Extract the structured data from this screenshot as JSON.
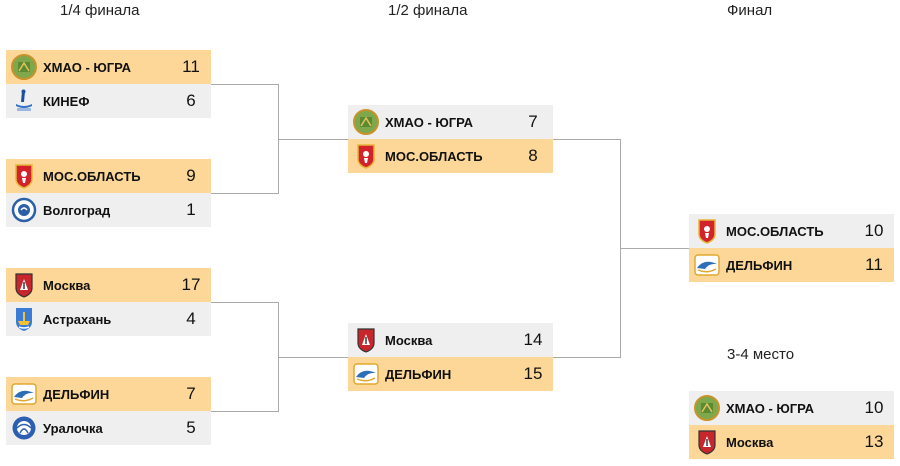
{
  "rounds": {
    "quarterfinal": "1/4 финала",
    "semifinal": "1/2 финала",
    "final": "Финал",
    "third_place": "3-4 место"
  },
  "quarterfinals": [
    {
      "team1": {
        "name": "ХМАО - ЮГРА",
        "score": "11",
        "logo": "hmao-ugra-logo"
      },
      "team2": {
        "name": "КИНЕФ",
        "score": "6",
        "logo": "kinef-logo"
      }
    },
    {
      "team1": {
        "name": "МОС.ОБЛАСТЬ",
        "score": "9",
        "logo": "mos-oblast-logo"
      },
      "team2": {
        "name": "Волгоград",
        "score": "1",
        "logo": "volgograd-logo"
      }
    },
    {
      "team1": {
        "name": "Москва",
        "score": "17",
        "logo": "moskva-logo"
      },
      "team2": {
        "name": "Астрахань",
        "score": "4",
        "logo": "astrakhan-logo"
      }
    },
    {
      "team1": {
        "name": "ДЕЛЬФИН",
        "score": "7",
        "logo": "delfin-logo"
      },
      "team2": {
        "name": "Уралочка",
        "score": "5",
        "logo": "uralochka-logo"
      }
    }
  ],
  "semifinals": [
    {
      "team1": {
        "name": "ХМАО - ЮГРА",
        "score": "7",
        "logo": "hmao-ugra-logo"
      },
      "team2": {
        "name": "МОС.ОБЛАСТЬ",
        "score": "8",
        "logo": "mos-oblast-logo"
      }
    },
    {
      "team1": {
        "name": "Москва",
        "score": "14",
        "logo": "moskva-logo"
      },
      "team2": {
        "name": "ДЕЛЬФИН",
        "score": "15",
        "logo": "delfin-logo"
      }
    }
  ],
  "final": {
    "team1": {
      "name": "МОС.ОБЛАСТЬ",
      "score": "10",
      "logo": "mos-oblast-logo"
    },
    "team2": {
      "name": "ДЕЛЬФИН",
      "score": "11",
      "logo": "delfin-logo"
    }
  },
  "third_place": {
    "team1": {
      "name": "ХМАО - ЮГРА",
      "score": "10",
      "logo": "hmao-ugra-logo"
    },
    "team2": {
      "name": "Москва",
      "score": "13",
      "logo": "moskva-logo"
    }
  },
  "colors": {
    "winner_bg": "#fcd797",
    "loser_bg": "#efefef",
    "connector": "#aaaaaa"
  }
}
